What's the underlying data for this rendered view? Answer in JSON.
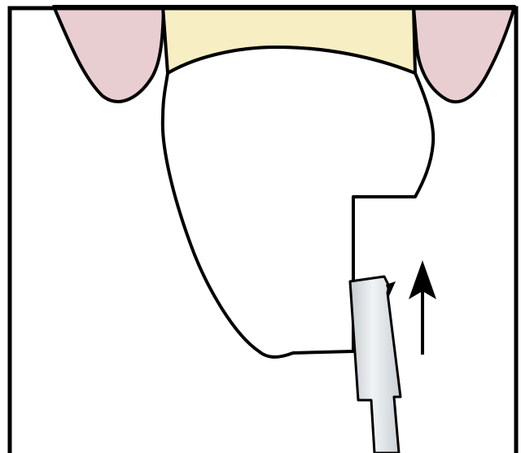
{
  "figure": {
    "colors": {
      "background": "#ffffff",
      "outline": "#000000",
      "gingiva": "#e8cdd1",
      "tooth_crown": "#f7efc3",
      "tooth_root": "#ffffff",
      "instrument": "#d3d8dc",
      "instrument_highlight": "#f1f3f5"
    },
    "elements": [
      "gingiva-left",
      "gingiva-right",
      "tooth-crown-band",
      "tooth-root",
      "dental-instrument",
      "movement-arrow"
    ]
  }
}
